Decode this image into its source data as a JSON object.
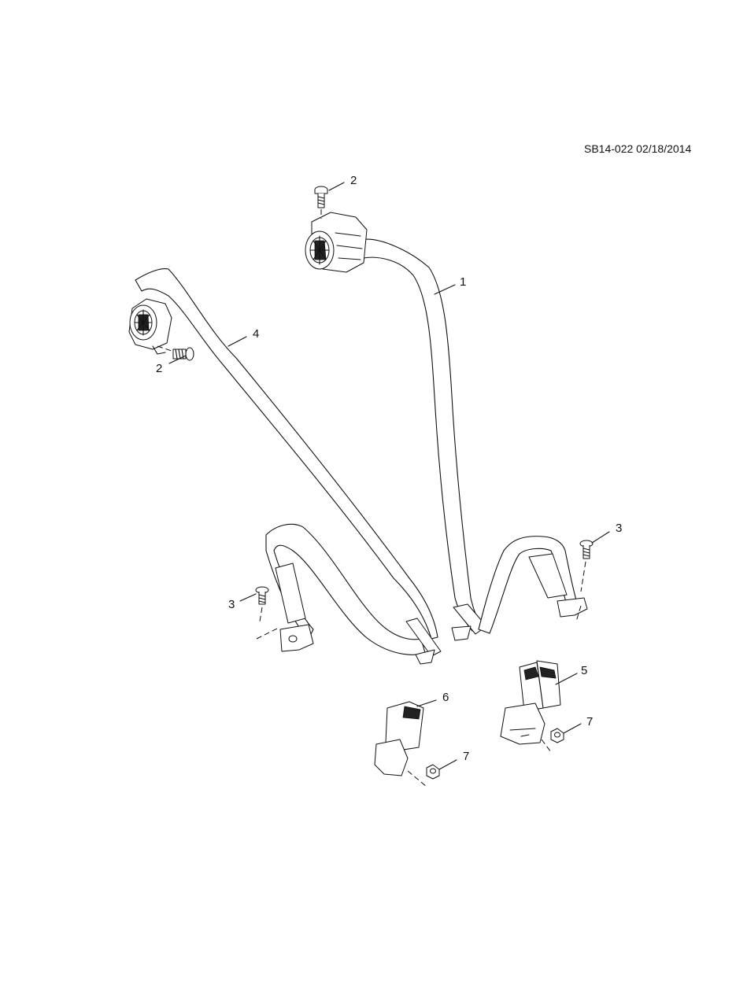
{
  "reference_code": "SB14-022 02/18/2014",
  "callouts": [
    {
      "id": "c1",
      "label": "1"
    },
    {
      "id": "c2a",
      "label": "2"
    },
    {
      "id": "c2b",
      "label": "2"
    },
    {
      "id": "c3a",
      "label": "3"
    },
    {
      "id": "c3b",
      "label": "3"
    },
    {
      "id": "c4",
      "label": "4"
    },
    {
      "id": "c5",
      "label": "5"
    },
    {
      "id": "c6",
      "label": "6"
    },
    {
      "id": "c7a",
      "label": "7"
    },
    {
      "id": "c7b",
      "label": "7"
    }
  ]
}
